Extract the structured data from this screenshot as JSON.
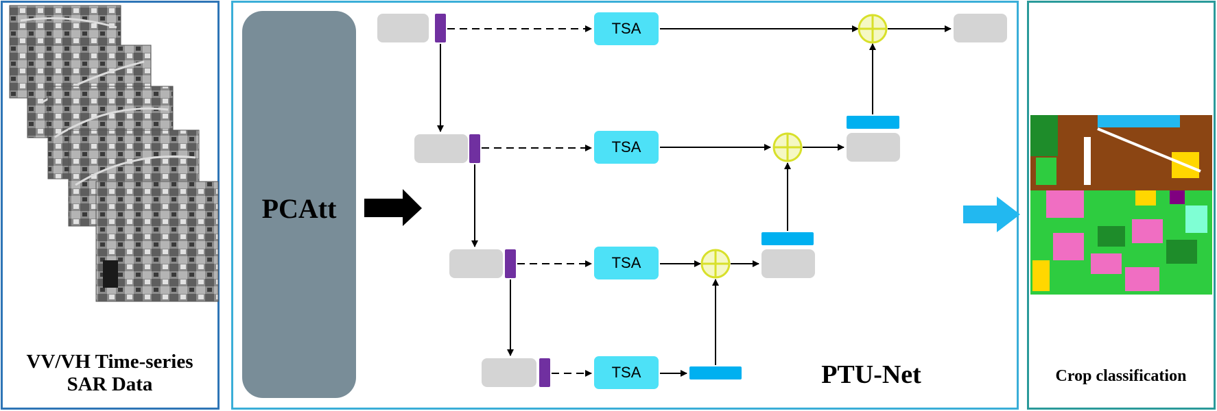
{
  "sar": {
    "caption_line1": "VV/VH Time-series",
    "caption_line2": "SAR Data"
  },
  "pcatt": {
    "label": "PCAtt"
  },
  "ptunet": {
    "label": "PTU-Net",
    "tsa_labels": [
      "TSA",
      "TSA",
      "TSA",
      "TSA"
    ]
  },
  "output": {
    "caption": "Crop classification"
  },
  "colors": {
    "left_border": "#2e75b6",
    "mid_border": "#3aaed8",
    "right_border": "#2a9a9a",
    "pcatt_fill": "#798d98",
    "tsa_fill": "#4de1f7",
    "feature_fill": "#d4d4d4",
    "purple_bar": "#7030a0",
    "blue_bar": "#00b0f0",
    "add_node_fill": "#f5f8c4",
    "add_node_stroke": "#d8e02a",
    "crop_colors": [
      "#8b4513",
      "#f06ec2",
      "#2ecc40",
      "#1e8c2a",
      "#ffd700",
      "#22b8f0",
      "#800080",
      "#7fffd4"
    ]
  },
  "icons": {
    "input_stack": "sar-image-stack-icon",
    "add_node": "plus-circle-icon",
    "output_map": "crop-map-icon"
  }
}
